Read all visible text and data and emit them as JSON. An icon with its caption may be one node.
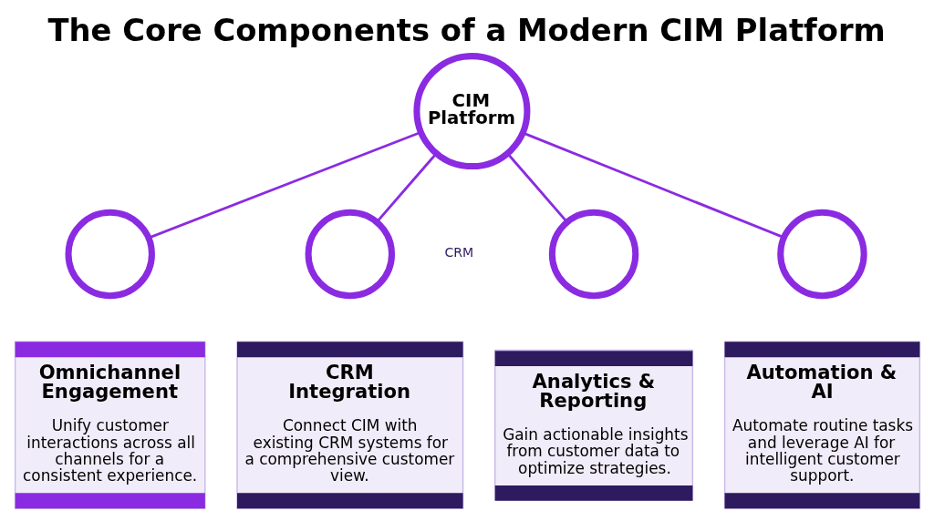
{
  "diagram": {
    "title": "The Core Components of a Modern CIM Platform",
    "nodes": [
      {
        "text": [
          "CIM Platform"
        ]
      },
      {
        "text": [],
        "shape": "circle"
      },
      {
        "text": [],
        "shape": "circle"
      },
      {
        "text": [],
        "shape": "circle"
      },
      {
        "text": [],
        "shape": "circle"
      },
      {
        "text": [
          "Omnichannel Engagement",
          "Unify customer interactions across all channels for a consistent experience."
        ]
      },
      {
        "text": [
          "CRM Integration",
          "Connect CIM with existing CRM systems for a comprehensive customer view."
        ]
      },
      {
        "text": [
          "Analytics & Reporting",
          "Gain actionable insights from customer data to optimize strategies."
        ]
      },
      {
        "text": [
          "Automation & AI",
          "Automate routine tasks and leverage AI for intelligent customer support."
        ]
      }
    ],
    "edges": [
      {
        "from": 0,
        "to": 1,
        "arrow": "none"
      },
      {
        "from": 0,
        "to": 2,
        "arrow": "none"
      },
      {
        "from": 0,
        "to": 3,
        "arrow": "none"
      },
      {
        "from": 0,
        "to": 4,
        "arrow": "none"
      }
    ],
    "labels": [
      "CRM"
    ]
  }
}
